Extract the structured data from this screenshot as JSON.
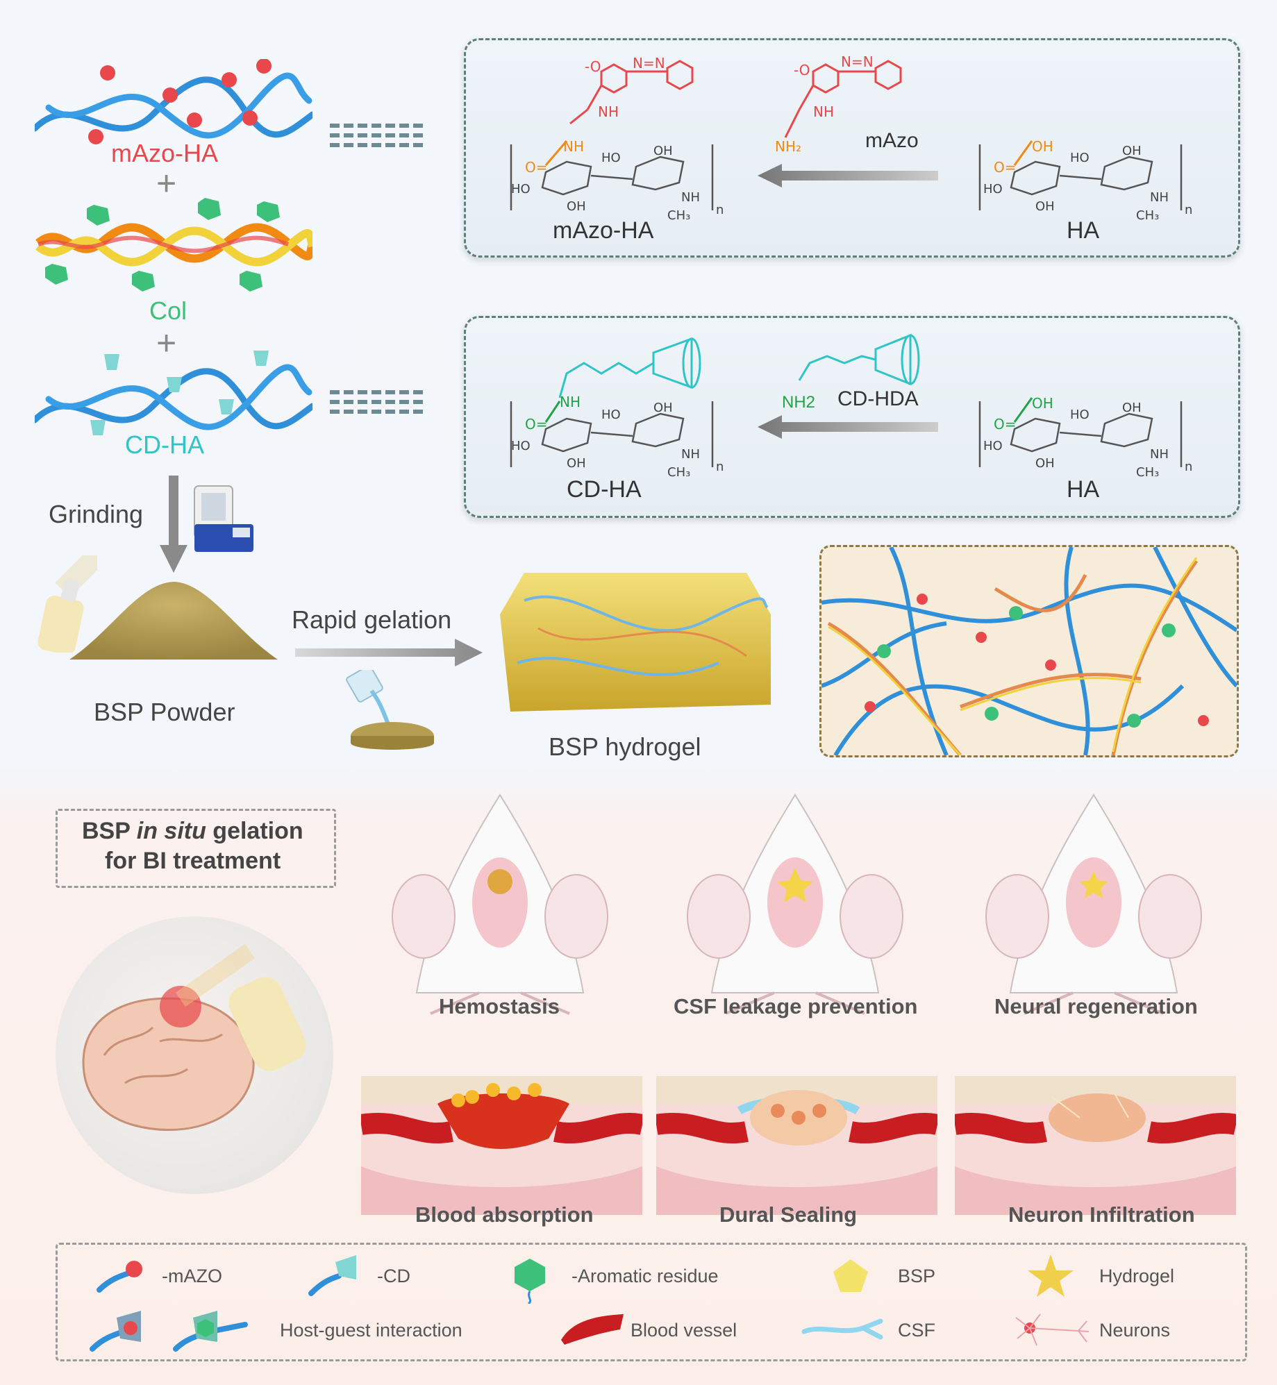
{
  "left_column": {
    "mazo_ha_label": "mAzo-HA",
    "plus_1": "+",
    "col_label": "Col",
    "plus_2": "+",
    "cd_ha_label": "CD-HA",
    "grinding_label": "Grinding",
    "bsp_powder_label": "BSP Powder"
  },
  "box1": {
    "product_label": "mAzo-HA",
    "reagent_label": "mAzo",
    "reactant_label": "HA",
    "chem_texts": [
      "OH",
      "HO",
      "NH",
      "OH",
      "HO",
      "O",
      "n",
      "CH3",
      "N=N",
      "NH2",
      "O"
    ]
  },
  "box2": {
    "product_label": "CD-HA",
    "reagent_label": "CD-HDA",
    "amine_label": "NH2",
    "reactant_label": "HA"
  },
  "middle": {
    "rapid_gelation_label": "Rapid gelation",
    "hydrogel_label": "BSP hydrogel"
  },
  "treatment": {
    "title_line1_a": "BSP ",
    "title_line1_b": "in situ",
    "title_line1_c": " gelation",
    "title_line2": "for BI treatment"
  },
  "panels": [
    {
      "top_label": "Hemostasis",
      "bottom_label": "Blood absorption"
    },
    {
      "top_label": "CSF leakage prevention",
      "bottom_label": "Dural Sealing"
    },
    {
      "top_label": "Neural regeneration",
      "bottom_label": "Neuron Infiltration"
    }
  ],
  "legend": {
    "mazo": "-mAZO",
    "cd": "-CD",
    "aromatic": "-Aromatic residue",
    "bsp": "BSP",
    "hydrogel": "Hydrogel",
    "host_guest": "Host-guest interaction",
    "blood_vessel": "Blood vessel",
    "csf": "CSF",
    "neurons": "Neurons"
  },
  "colors": {
    "mazo_red": "#e8474b",
    "col_green": "#3cc07a",
    "cd_cyan": "#2fc4c8",
    "ha_blue": "#2f8fd8",
    "orange_group": "#f08a12",
    "green_group": "#21a34a",
    "powder": "#b59d52",
    "hydrogel": "#e8c94a"
  }
}
